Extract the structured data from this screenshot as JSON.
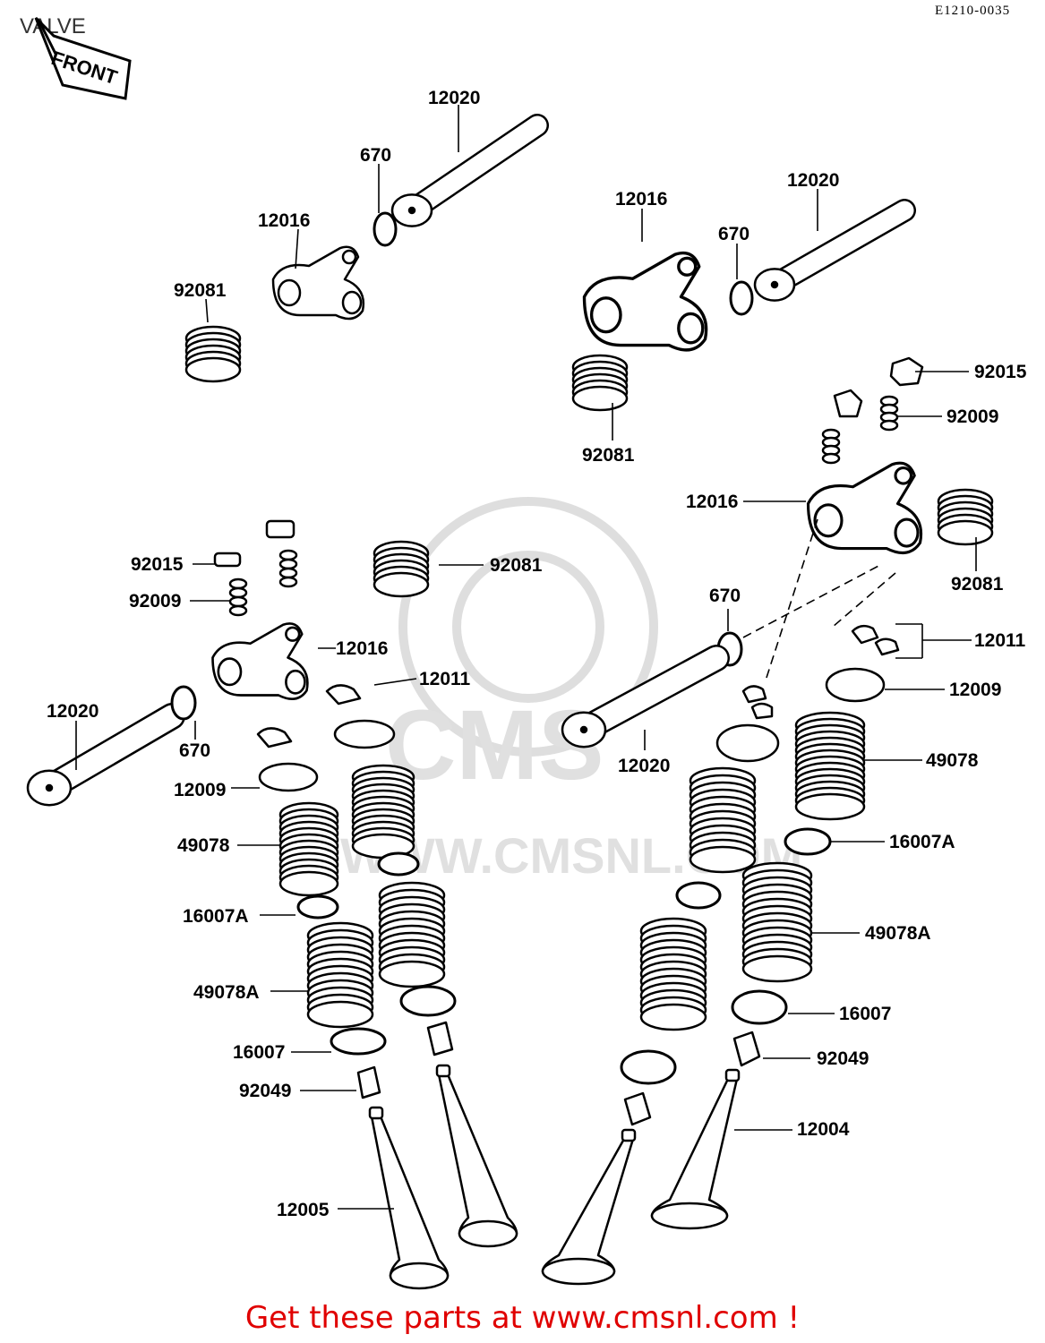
{
  "header": {
    "title": "VALVE",
    "diagram_code": "E1210-0035"
  },
  "front_marker": {
    "label": "FRONT"
  },
  "watermark": {
    "logo_text": "CMS",
    "url_text": "WWW.CMSNL.COM"
  },
  "labels": {
    "l_12020_a": "12020",
    "l_670_a": "670",
    "l_12016_a": "12016",
    "l_92081_a": "92081",
    "l_12016_b": "12016",
    "l_670_b": "670",
    "l_12020_b": "12020",
    "l_92015_r": "92015",
    "l_92009_r": "92009",
    "l_92081_b": "92081",
    "l_12016_r": "12016",
    "l_92081_r": "92081",
    "l_92015_l": "92015",
    "l_92009_l": "92009",
    "l_92081_m": "92081",
    "l_12016_l": "12016",
    "l_12011_l": "12011",
    "l_670_r": "670",
    "l_12011_r": "12011",
    "l_12009_r": "12009",
    "l_12020_l": "12020",
    "l_670_l": "670",
    "l_12020_m": "12020",
    "l_49078_r": "49078",
    "l_12009_l": "12009",
    "l_49078_l": "49078",
    "l_16007A_r": "16007A",
    "l_16007A_l": "16007A",
    "l_49078A_r": "49078A",
    "l_49078A_l": "49078A",
    "l_16007_r": "16007",
    "l_16007_l": "16007",
    "l_92049_r": "92049",
    "l_92049_l": "92049",
    "l_12004": "12004",
    "l_12005": "12005"
  },
  "footer": {
    "text": "Get these parts at www.cmsnl.com !"
  }
}
